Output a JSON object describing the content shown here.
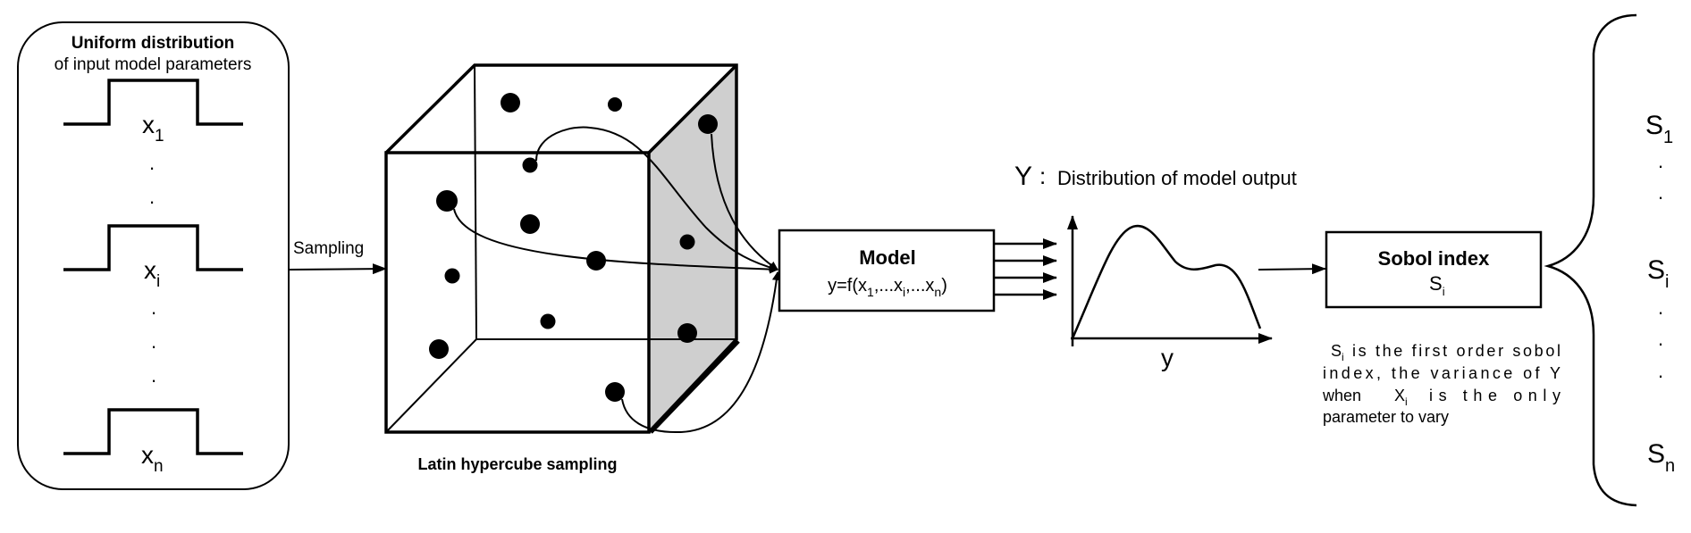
{
  "inputs_panel": {
    "title_bold": "Uniform distribution",
    "title_sub": "of input model parameters",
    "params": [
      {
        "base": "x",
        "sub": "1"
      },
      {
        "base": "x",
        "sub": "i"
      },
      {
        "base": "x",
        "sub": "n"
      }
    ],
    "ellipsis_dot": "."
  },
  "sampling_arrow": {
    "label": "Sampling"
  },
  "hypercube": {
    "caption": "Latin hypercube sampling"
  },
  "model_box": {
    "title": "Model",
    "formula_prefix": "y=f(x",
    "formula_sub1": "1",
    "formula_mid1": ",...x",
    "formula_subi": "i",
    "formula_mid2": ",...x",
    "formula_subn": "n",
    "formula_suffix": ")"
  },
  "output_dist": {
    "title_symbol": "Y",
    "title_sep": ":",
    "title_text": "Distribution of model output",
    "x_label": "y"
  },
  "sobol_box": {
    "title": "Sobol index",
    "symbol": "S",
    "symbol_sub": "i"
  },
  "sobol_note": {
    "line1_sym": "S",
    "line1_sub": "i",
    "line1_rest": "is the first order sobol",
    "line2": "index, the variance of Y",
    "line3_a": "when",
    "line3_sym": "X",
    "line3_sub": "i",
    "line3_b": "is the only",
    "line4": "parameter to vary"
  },
  "indices_list": {
    "items": [
      {
        "base": "S",
        "sub": "1"
      },
      {
        "base": "S",
        "sub": "i"
      },
      {
        "base": "S",
        "sub": "n"
      }
    ],
    "ellipsis_dot": "."
  }
}
